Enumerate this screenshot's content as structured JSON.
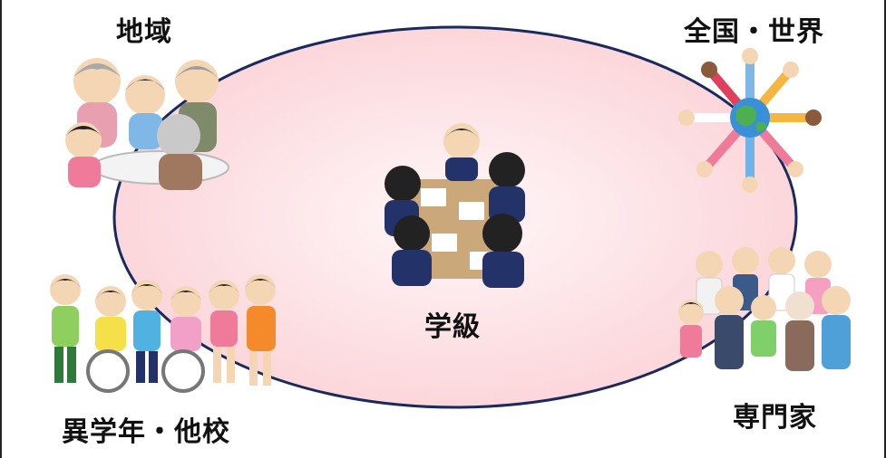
{
  "labels": {
    "top_left": "地域",
    "top_right": "全国・世界",
    "center": "学級",
    "bottom_left": "異学年・他校",
    "bottom_right": "専門家"
  },
  "colors": {
    "ellipse_fill": "#fde8ea",
    "ellipse_stroke": "#1a2a5e",
    "frame": "#222222"
  },
  "icons": {
    "top_left": "community-people-illustration",
    "top_right": "global-children-around-earth-illustration",
    "center": "classroom-group-discussion-illustration",
    "bottom_left": "students-with-wheelchairs-illustration",
    "bottom_right": "specialists-group-illustration"
  }
}
